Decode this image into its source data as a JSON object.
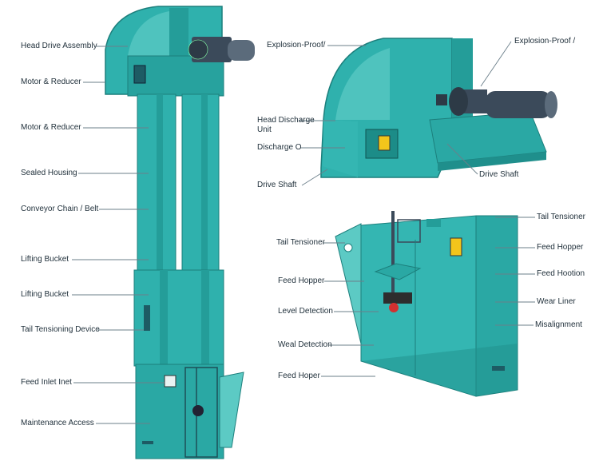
{
  "colors": {
    "teal": "#2fb1ad",
    "teal_dark": "#1f8f8c",
    "teal_light": "#5ccac4",
    "steel": "#3b4a5a",
    "line": "#6b7f8a",
    "warning": "#f3c51b"
  },
  "left_labels": [
    "Head Drive Assembly",
    "Motor & Reducer",
    "Motor & Reducer",
    "Sealed Housing",
    "Conveyor Chain / Belt",
    "Lifting Bucket",
    "Lifting Bucket",
    "Tail Tensioning Device",
    "Feed Inlet Inet",
    "Maintenance Access"
  ],
  "head_labels": {
    "explosion_left": "Explosion-Proof/",
    "explosion_right": "Explosion-Proof /",
    "head_discharge": "Head Discharge Unit",
    "discharge_o": "Discharge O",
    "drive_shaft_left": "Drive Shaft",
    "drive_shaft_right": "Drive Shaft"
  },
  "tail_left_labels": [
    "Tail Tensioner",
    "Feed Hopper",
    "Level Detection",
    "Weal Detection",
    "Feed Hoper"
  ],
  "tail_right_labels": [
    "Tail Tensioner",
    "Feed Hopper",
    "Feed Hootion",
    "Wear Liner",
    "Misalignment"
  ]
}
